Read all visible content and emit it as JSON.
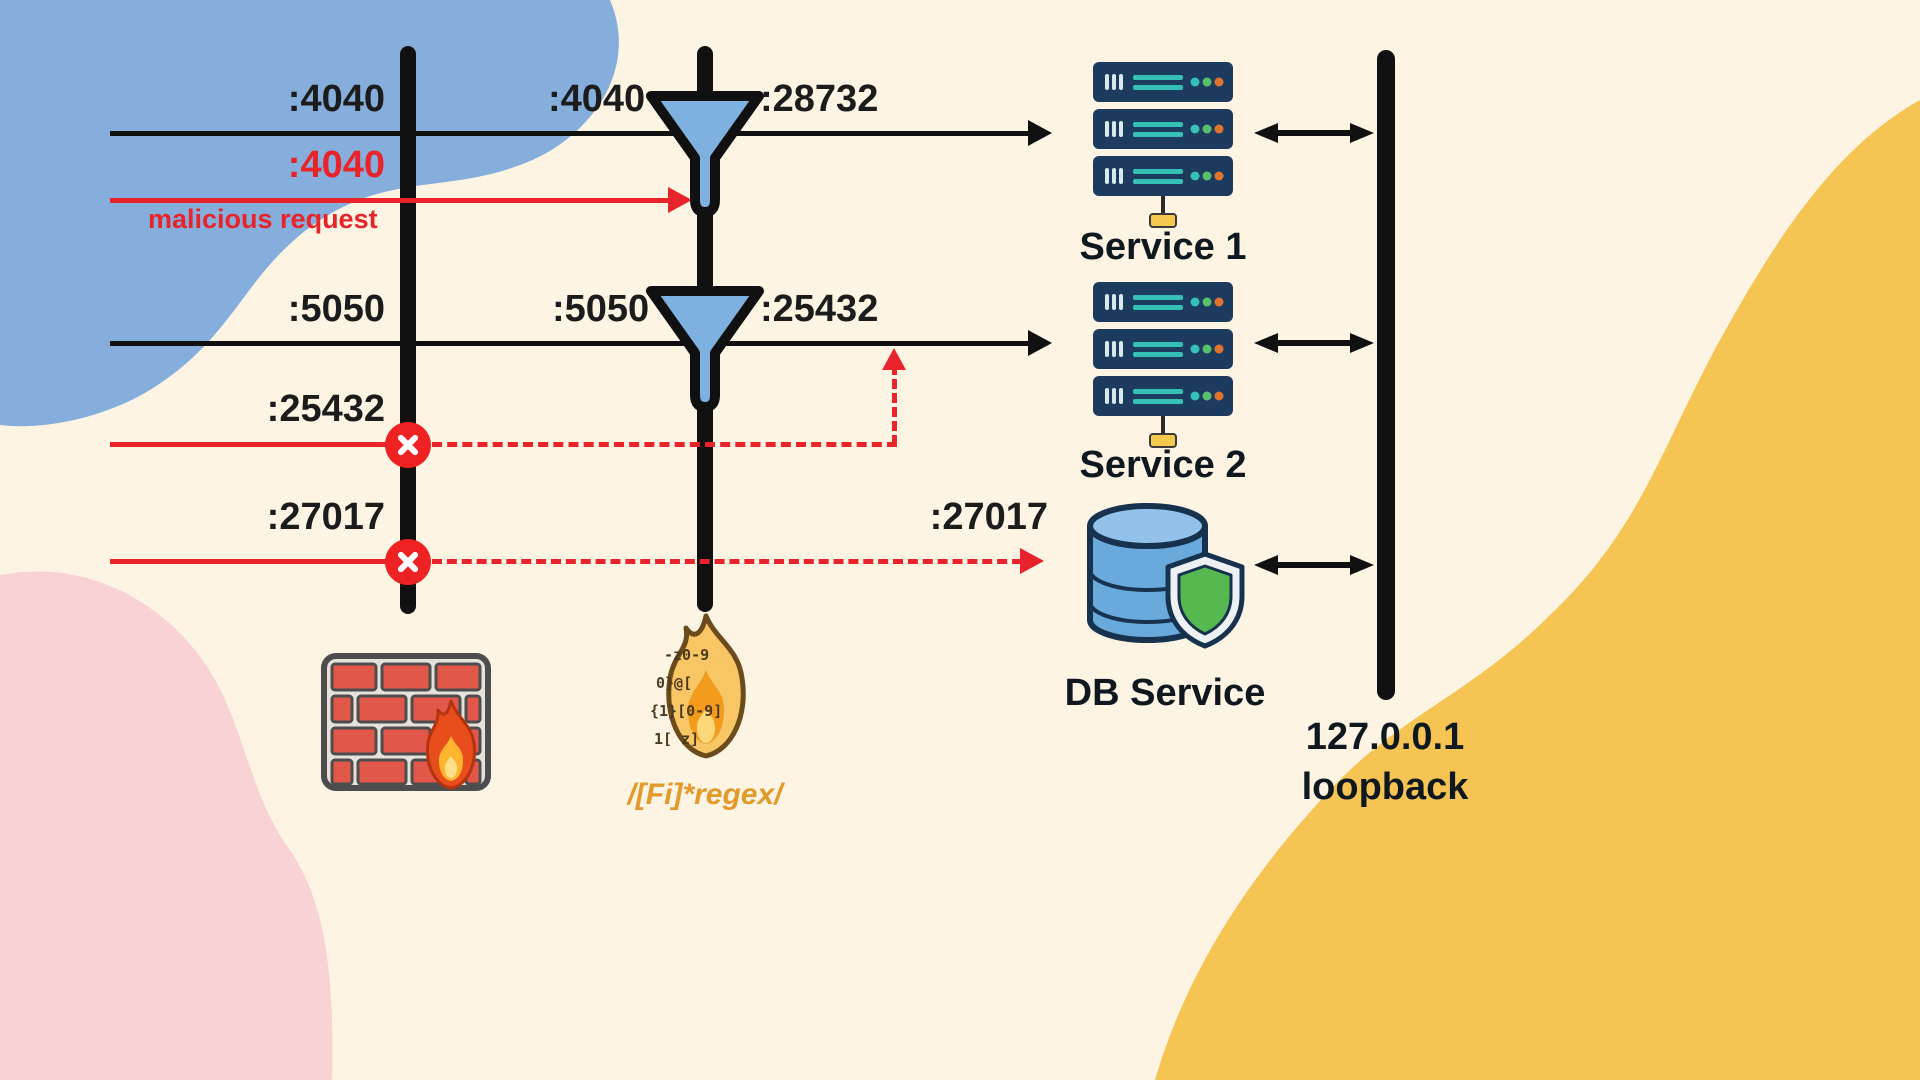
{
  "flows": {
    "allowed_4040": {
      "external_port": ":4040",
      "filter_in_port": ":4040",
      "internal_port": ":28732"
    },
    "malicious_4040": {
      "port": ":4040",
      "caption": "malicious request"
    },
    "allowed_5050": {
      "external_port": ":5050",
      "filter_in_port": ":5050",
      "internal_port": ":25432"
    },
    "blocked_25432": {
      "port": ":25432"
    },
    "blocked_27017": {
      "port": ":27017",
      "internal_port": ":27017"
    }
  },
  "services": [
    {
      "label": "Service 1"
    },
    {
      "label": "Service 2"
    },
    {
      "label": "DB Service"
    }
  ],
  "loopback": {
    "ip": "127.0.0.1",
    "caption": "loopback"
  },
  "regex_filter": {
    "caption": "/[Fi]*regex/",
    "flame_snippets": [
      "-z0-9",
      "0}@[",
      "{1}[0-9]",
      "1[ z]"
    ]
  },
  "colors": {
    "background": "#fdf4e3",
    "blob_blue": "#85aedd",
    "blob_pink": "#f9d2d6",
    "blob_yellow": "#f6c453",
    "line_black": "#101010",
    "alert_red": "#e8232a",
    "funnel_blue": "#7eb1e0",
    "server_navy": "#1d3a5f",
    "accent_teal": "#35c1b5",
    "db_blue": "#6aa9dc",
    "shield_green": "#56b94f"
  }
}
